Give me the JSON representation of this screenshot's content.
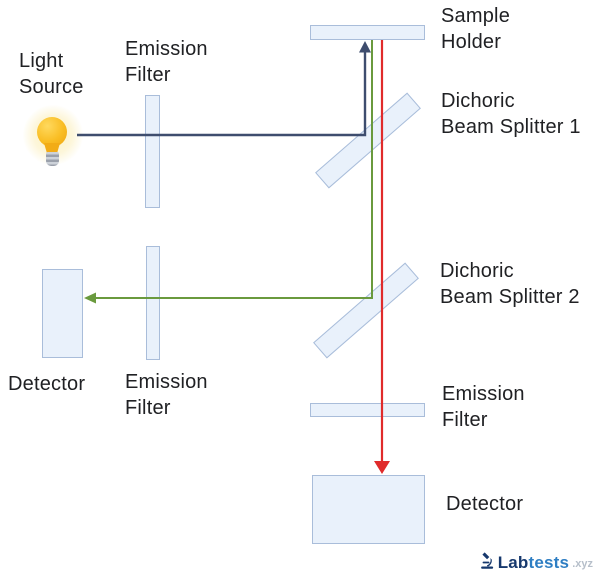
{
  "labels": {
    "light_source": "Light\nSource",
    "emission_filter_top": "Emission\nFilter",
    "sample_holder": "Sample\nHolder",
    "beam_splitter_1": "Dichoric\nBeam Splitter 1",
    "beam_splitter_2": "Dichoric\nBeam Splitter 2",
    "detector_left": "Detector",
    "emission_filter_left": "Emission\nFilter",
    "emission_filter_bottom": "Emission\nFilter",
    "detector_bottom": "Detector"
  },
  "colors": {
    "excitation_beam": "#3e4d6e",
    "green_emission_beam": "#6a9a3e",
    "red_emission_beam": "#e02b2b",
    "component_fill": "#e9f1fb",
    "component_border": "#a9bdda",
    "bulb_yellow": "#f9bd23",
    "label_text": "#202124",
    "logo_navy": "#16386d",
    "logo_blue": "#2e7ec3",
    "logo_gray": "#b6bfca"
  },
  "logo": {
    "brand_primary": "Lab",
    "brand_secondary": "tests",
    "tld": ".xyz"
  }
}
